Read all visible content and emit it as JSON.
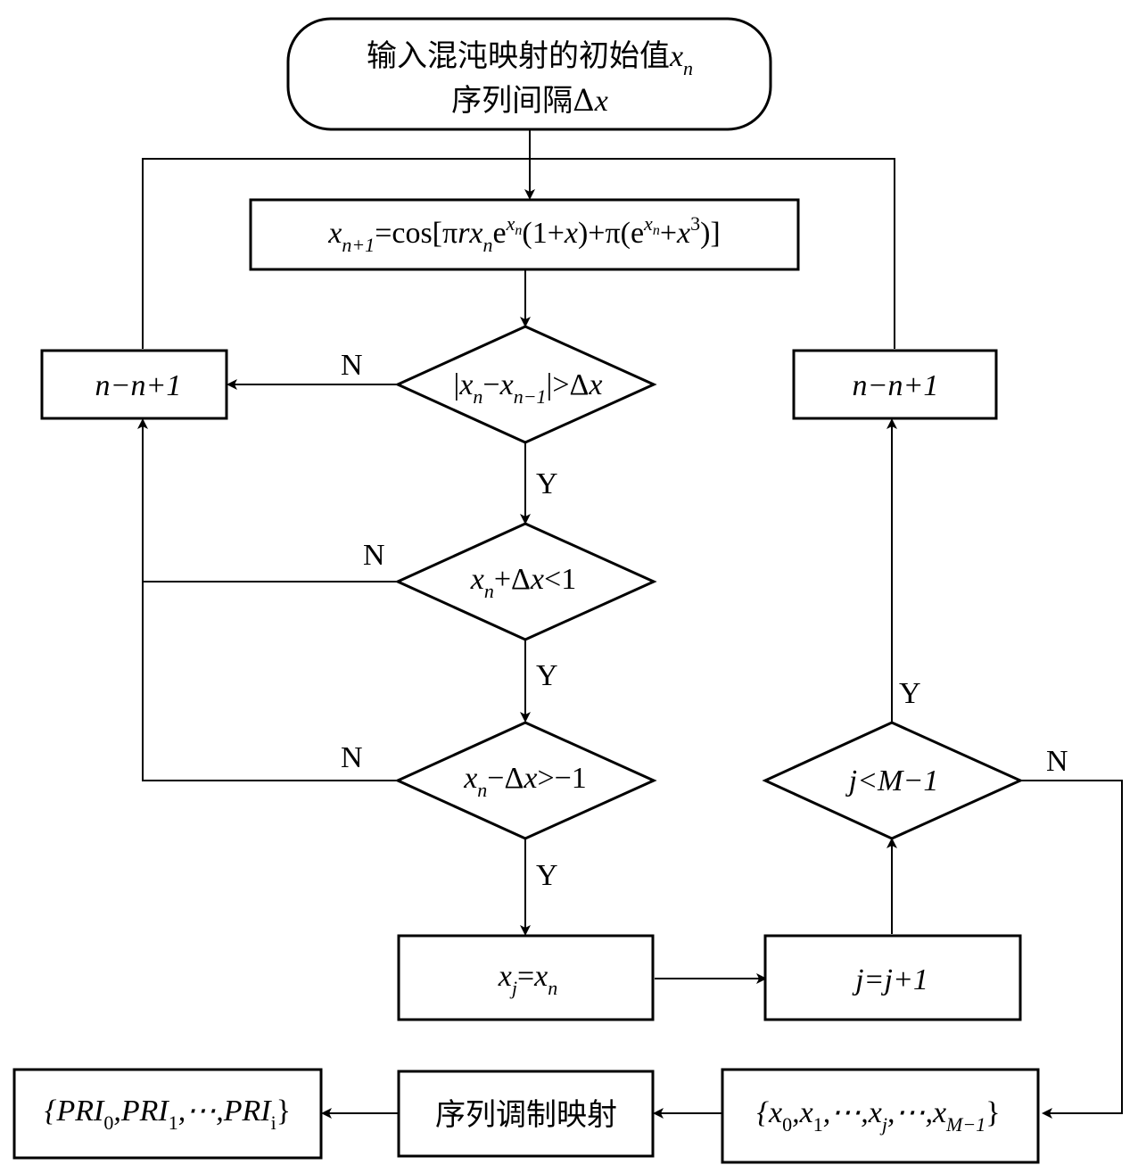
{
  "nodes": {
    "start_line1": "输入混沌映射的初始值",
    "start_var": "x",
    "start_var_sub": "n",
    "start_line2": "序列间隔Δ",
    "start_line2_var": "x",
    "formula_xn1": "x",
    "formula_xn1_sub": "n+1",
    "formula_eq": "=cos[π",
    "formula_rx": "rx",
    "formula_rx_sub": "n",
    "formula_e1": "e",
    "formula_e1_sup": "x",
    "formula_e1_sup_sub": "n",
    "formula_mid": "(1+",
    "formula_mid_x": "x",
    "formula_mid2": ")+π(e",
    "formula_e2_sup": "x",
    "formula_e2_sup_sub": "n",
    "formula_plus": "+",
    "formula_x3": "x",
    "formula_x3_sup": "3",
    "formula_end": ")]",
    "left_inc": "n−n+1",
    "right_inc": "n−n+1",
    "cond1_pre": "|",
    "cond1_x": "x",
    "cond1_sub1": "n",
    "cond1_minus": "−",
    "cond1_x2": "x",
    "cond1_sub2": "n−1",
    "cond1_post": "|>Δ",
    "cond1_post_x": "x",
    "cond2_x": "x",
    "cond2_sub": "n",
    "cond2_rest": "+Δ",
    "cond2_x2": "x",
    "cond2_tail": "<1",
    "cond3_x": "x",
    "cond3_sub": "n",
    "cond3_rest": "−Δ",
    "cond3_x2": "x",
    "cond3_tail": ">−1",
    "assign_x": "x",
    "assign_sub": "j",
    "assign_eq": "=",
    "assign_x2": "x",
    "assign_sub2": "n",
    "jinc": "j=j+1",
    "cond4": "j<M−1",
    "seq_open": "{x",
    "seq_sub0": "0",
    "seq_c1": ",x",
    "seq_sub1": "1",
    "seq_c2": ",⋯,x",
    "seq_subj": "j",
    "seq_c3": ",⋯,x",
    "seq_subm": "M−1",
    "seq_close": "}",
    "modmap": "序列调制映射",
    "out_open": "{PRI",
    "out_sub0": "0",
    "out_c1": ",PRI",
    "out_sub1": "1",
    "out_c2": ",⋯,PRI",
    "out_subi": "i",
    "out_close": "}"
  },
  "labels": {
    "n1": "N",
    "y1": "Y",
    "n2": "N",
    "y2": "Y",
    "n3": "N",
    "y3": "Y",
    "y4": "Y",
    "n4": "N"
  }
}
